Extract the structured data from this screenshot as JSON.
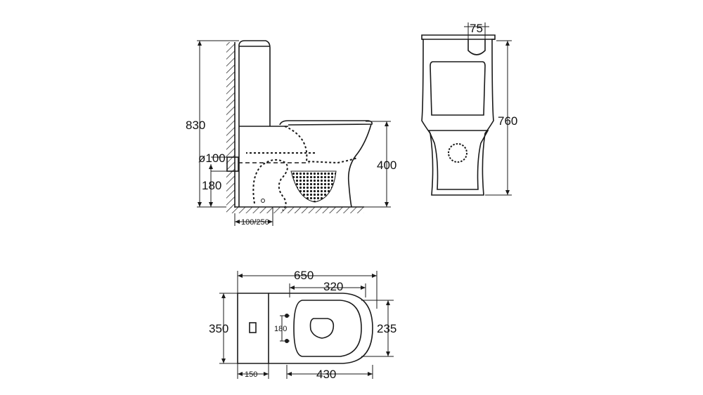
{
  "dimensions": {
    "side_total_height": "830",
    "outlet_diameter": "ø100",
    "outlet_height": "180",
    "seat_height": "400",
    "wall_offset": "100/250",
    "front_total_height": "760",
    "button_width": "75",
    "top_total_length": "650",
    "bowl_length": "320",
    "tank_depth_width": "350",
    "bowl_width": "235",
    "fixing_spacing": "180",
    "tank_depth": "150",
    "bowl_projection": "430"
  },
  "colors": {
    "line": "#1a1a1a",
    "background": "#ffffff"
  }
}
